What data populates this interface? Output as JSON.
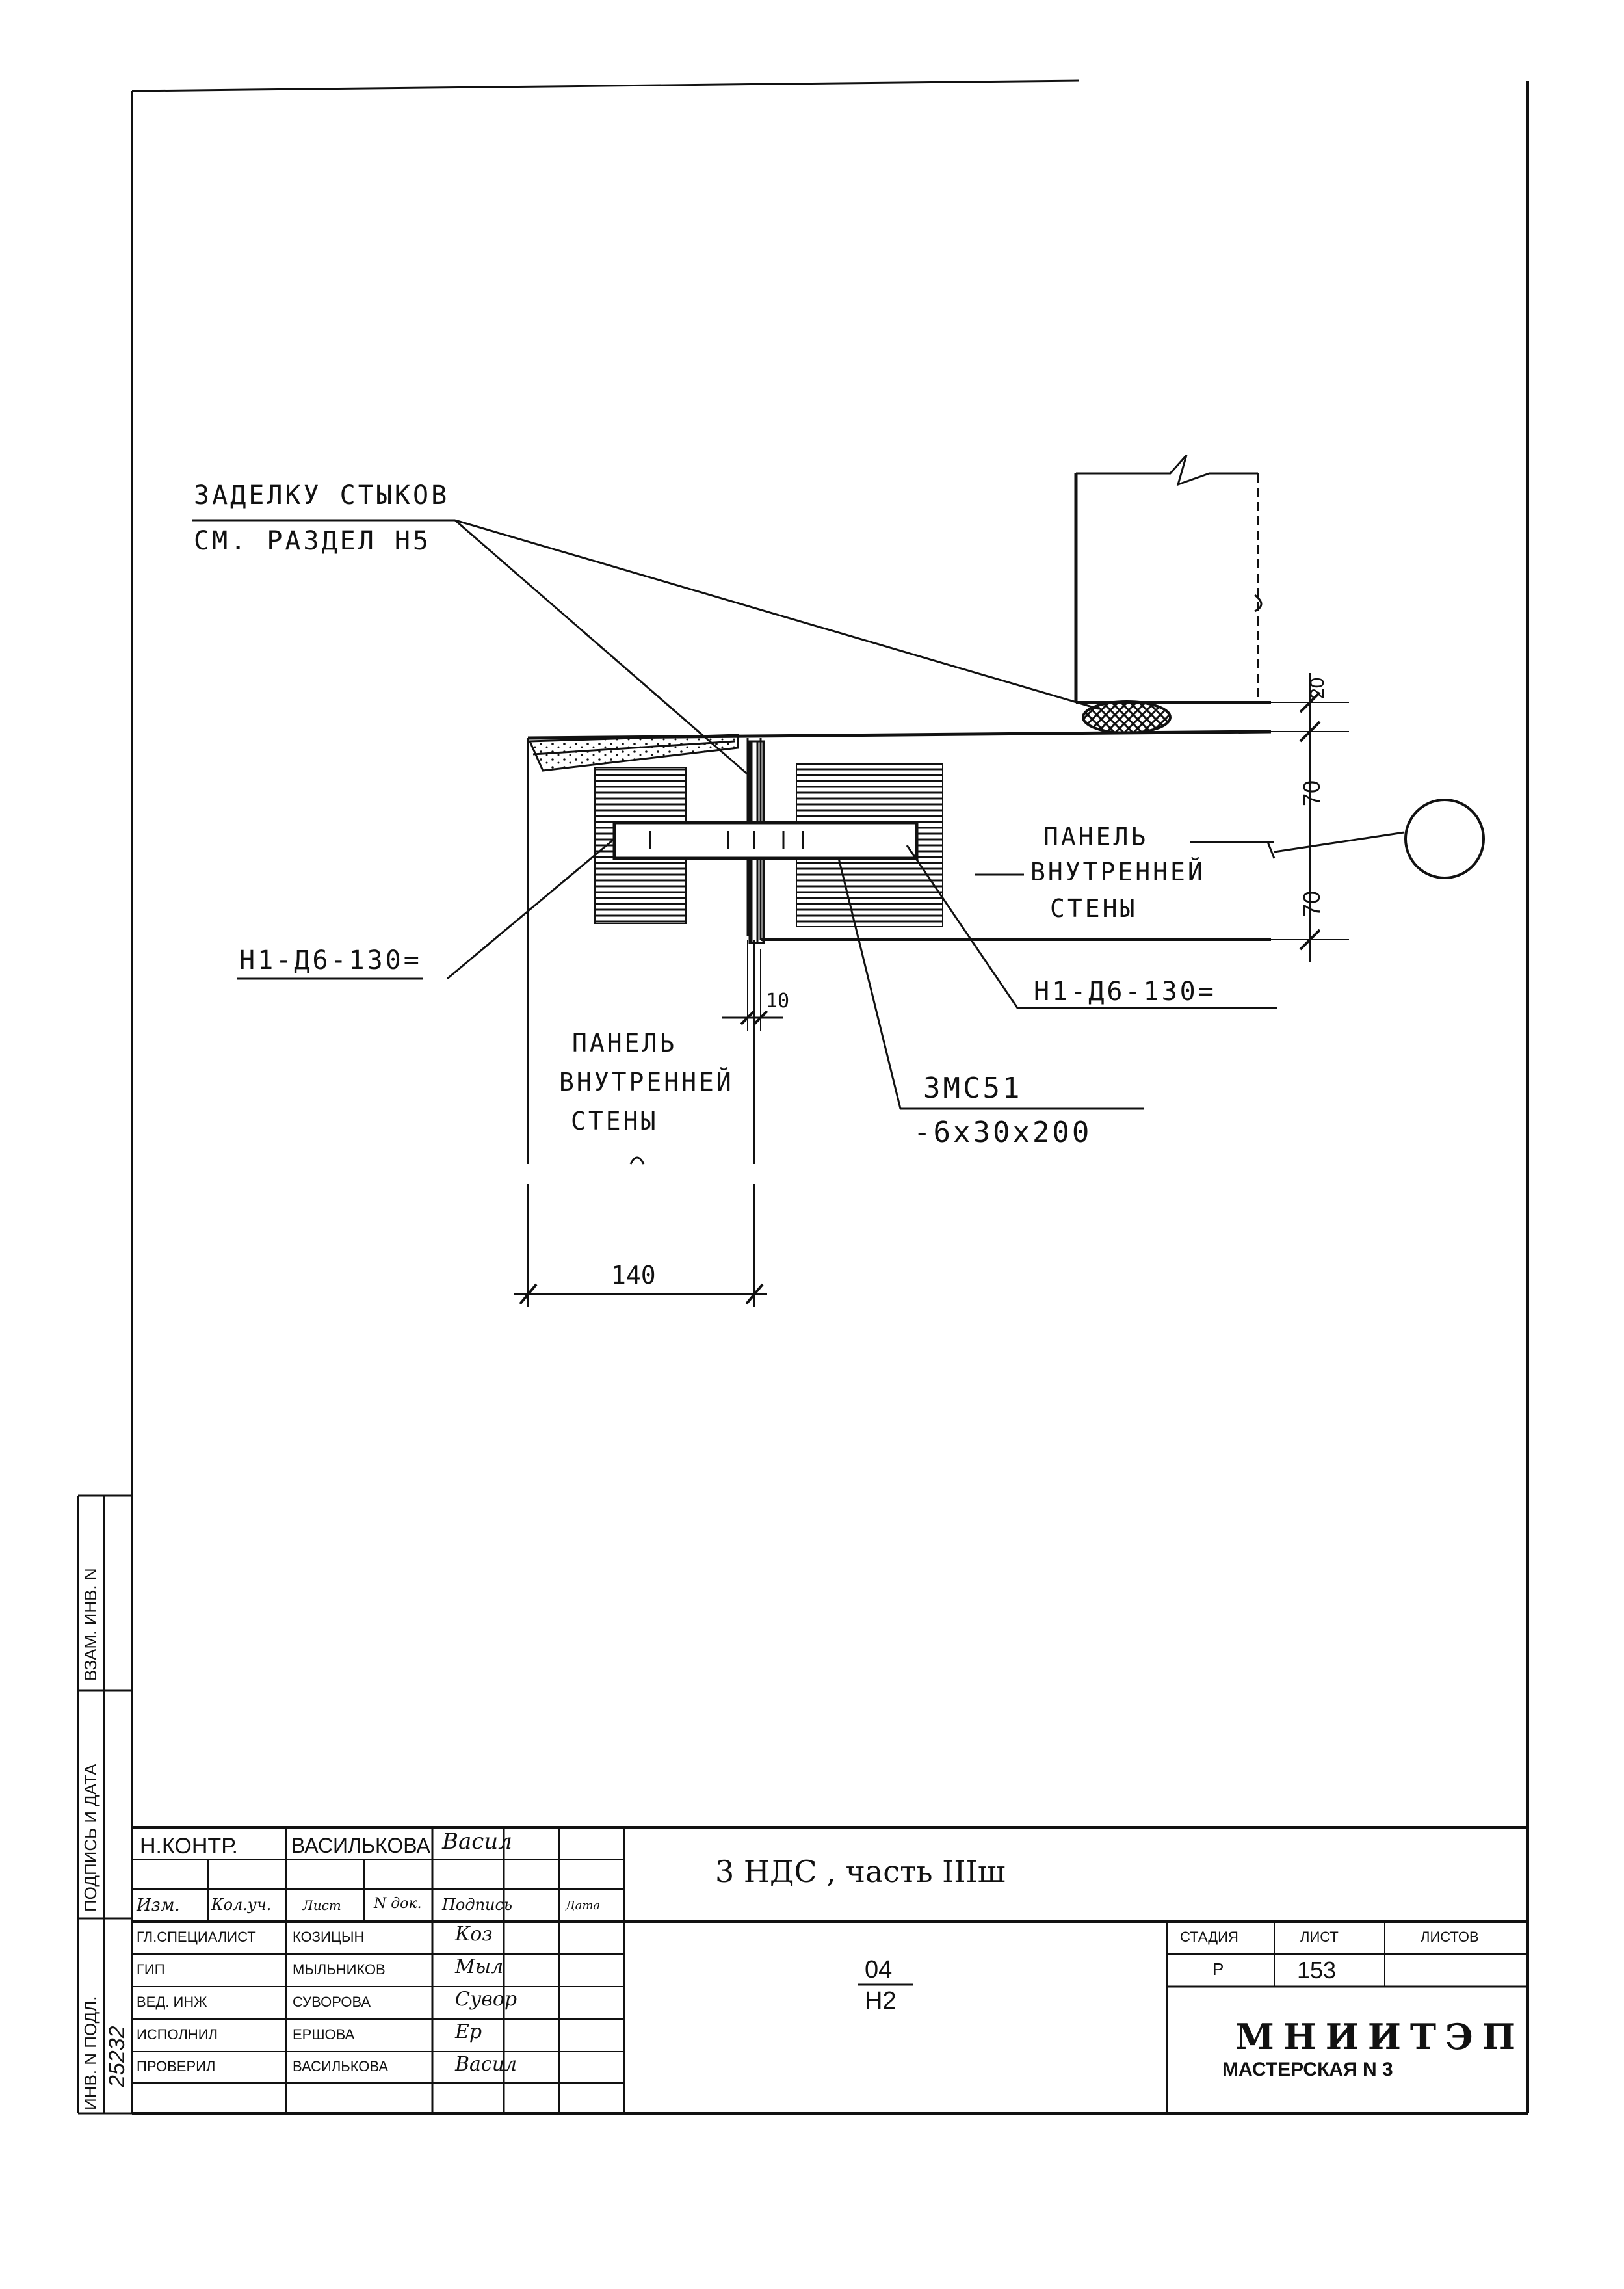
{
  "drawing": {
    "note_line1": "ЗАДЕЛКУ СТЫКОВ",
    "note_line2": "СМ. РАЗДЕЛ Н5",
    "panel_right": [
      "ПАНЕЛЬ",
      "ВНУТРЕННЕЙ",
      "СТЕНЫ"
    ],
    "panel_left": [
      "ПАНЕЛЬ",
      "ВНУТРЕННЕЙ",
      "СТЕНЫ"
    ],
    "callout_left": "Н1-Д6-130=",
    "callout_right": "Н1-Д6-130=",
    "embed_mark": "ЗМС51",
    "embed_size": "-6х30х200",
    "dim_20": "20",
    "dim_70_top": "70",
    "dim_70_bottom": "70",
    "dim_10": "10",
    "dim_140": "140"
  },
  "titleblock": {
    "nkontr_role": "Н.КОНТР.",
    "nkontr_name": "ВАСИЛЬКОВА",
    "nkontr_sig": "Васил",
    "head_izm": "Изм.",
    "head_koluch": "Кол.уч.",
    "head_list": "Лист",
    "head_ndok": "N док.",
    "head_podpis": "Подпись",
    "head_data": "Дата",
    "rows": [
      {
        "role": "ГЛ.СПЕЦИАЛИСТ",
        "name": "КОЗИЦЫН",
        "sig": "Коз"
      },
      {
        "role": "ГИП",
        "name": "МЫЛЬНИКОВ",
        "sig": "Мыл"
      },
      {
        "role": "ВЕД. ИНЖ",
        "name": "СУВОРОВА",
        "sig": "Сувор"
      },
      {
        "role": "ИСПОЛНИЛ",
        "name": "ЕРШОВА",
        "sig": "Ер"
      },
      {
        "role": "ПРОВЕРИЛ",
        "name": "ВАСИЛЬКОВА",
        "sig": "Васил"
      }
    ],
    "project_title": "3 НДС , часть IIIш",
    "code_top": "04",
    "code_bottom": "Н2",
    "stage_label": "СТАДИЯ",
    "sheet_label": "ЛИСТ",
    "sheets_label": "ЛИСТОВ",
    "stage_value": "Р",
    "sheet_value": "153",
    "org_name": "МНИИТЭП",
    "org_dept": "МАСТЕРСКАЯ N 3"
  },
  "sidebar": {
    "vzam": "ВЗАМ. ИНВ. N",
    "podpis": "ПОДПИСЬ И ДАТА",
    "inv": "ИНВ. N ПОДЛ.",
    "inv_handwritten": "25232"
  }
}
